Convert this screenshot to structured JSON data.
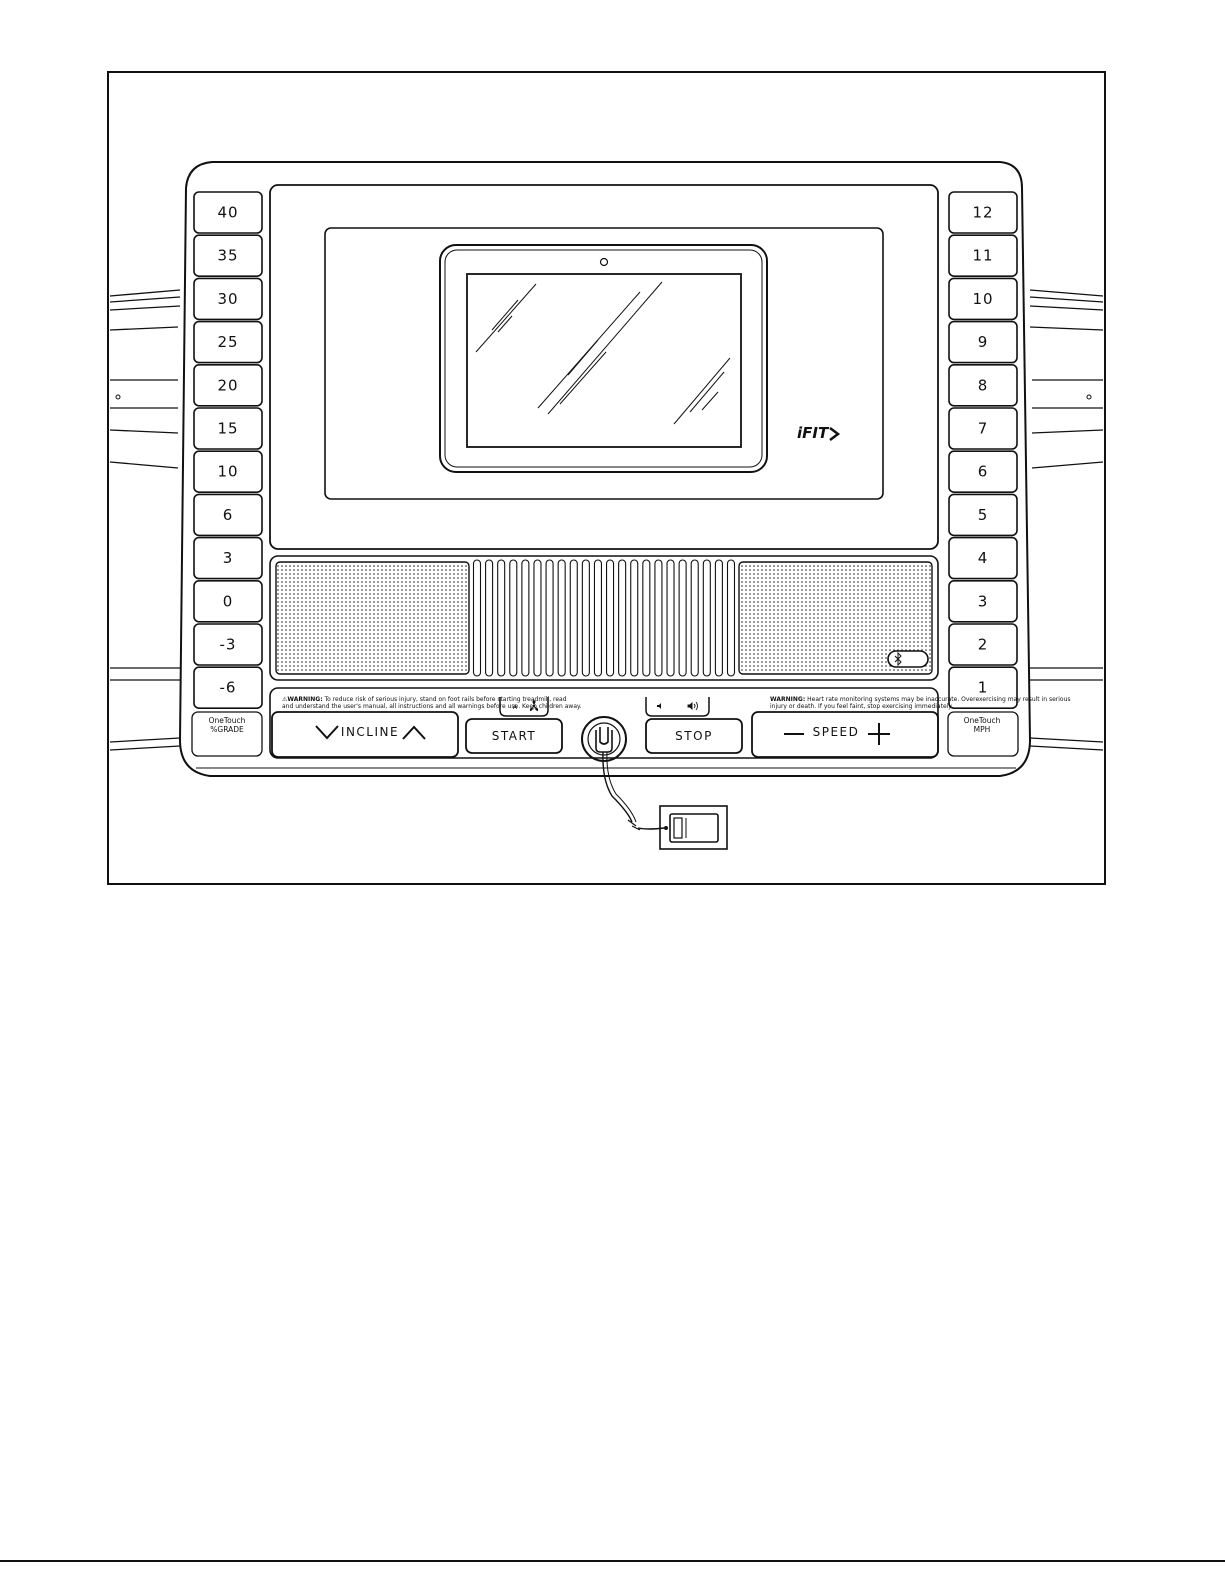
{
  "console": {
    "incline_keys": [
      "40",
      "35",
      "30",
      "25",
      "20",
      "15",
      "10",
      "6",
      "3",
      "0",
      "-3",
      "-6"
    ],
    "incline_caption": [
      "OneTouch",
      "%GRADE"
    ],
    "speed_keys": [
      "12",
      "11",
      "10",
      "9",
      "8",
      "7",
      "6",
      "5",
      "4",
      "3",
      "2",
      "1"
    ],
    "speed_caption": [
      "OneTouch",
      "MPH"
    ],
    "brand": "iFIT",
    "incline_label": "INCLINE",
    "speed_label": "SPEED",
    "start_label": "START",
    "stop_label": "STOP",
    "fan_auto_label": "A",
    "warning_left": "⚠WARNING: To reduce risk of serious injury, stand on foot rails before starting treadmill, read and understand the user's manual, all instructions and all warnings before use. Keep children away.",
    "warning_right": "WARNING: Heart rate monitoring systems may be inaccurate. Overexercising may result in serious injury or death. If you feel faint, stop exercising immediately."
  },
  "colors": {
    "stroke": "#111111",
    "background": "#ffffff"
  },
  "icons": [
    "fan-icon",
    "volume-low-icon",
    "volume-high-icon",
    "bluetooth-icon",
    "safety-key-icon",
    "safety-clip-icon",
    "chevron-down-icon",
    "chevron-up-icon",
    "minus-icon",
    "plus-icon",
    "camera-icon"
  ]
}
